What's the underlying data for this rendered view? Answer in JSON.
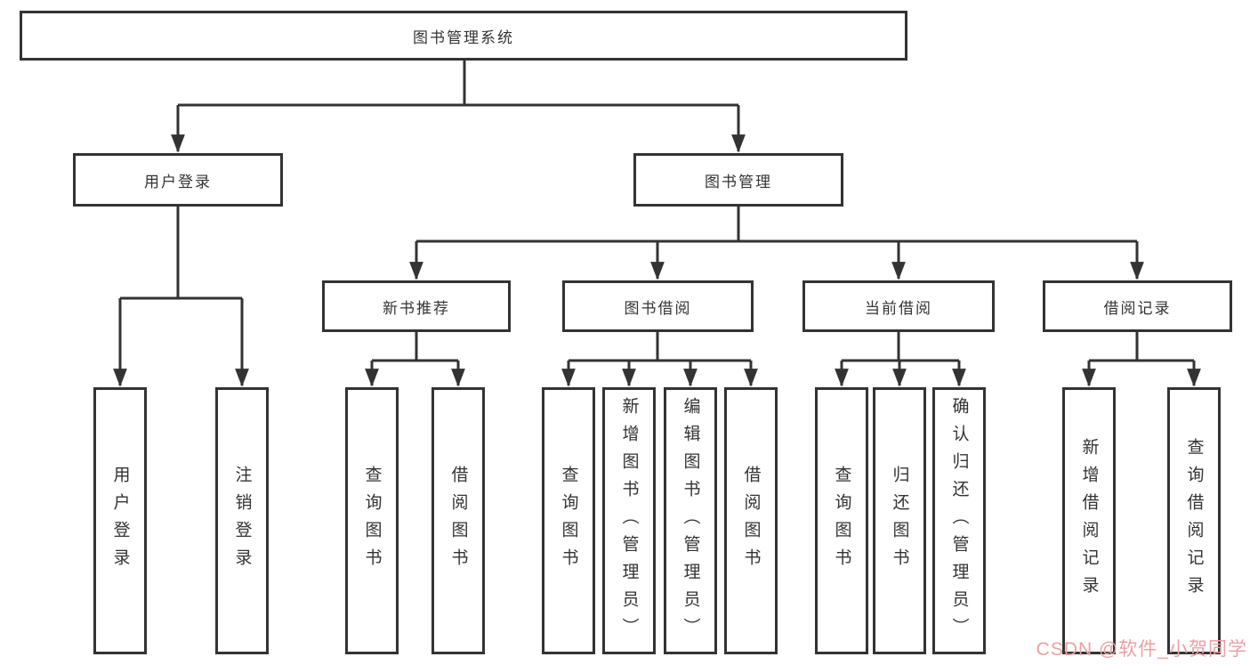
{
  "diagram": {
    "root_label": "图书管理系统",
    "branches": [
      {
        "label": "用户登录",
        "children": [
          "用户登录",
          "注销登录"
        ]
      },
      {
        "label": "图书管理",
        "sections": [
          {
            "label": "新书推荐",
            "children": [
              "查询图书",
              "借阅图书"
            ]
          },
          {
            "label": "图书借阅",
            "children": [
              "查询图书",
              "新增图书（管理员）",
              "编辑图书（管理员）",
              "借阅图书"
            ]
          },
          {
            "label": "当前借阅",
            "children": [
              "查询图书",
              "归还图书",
              "确认归还（管理员）"
            ]
          },
          {
            "label": "借阅记录",
            "children": [
              "新增借阅记录",
              "查询借阅记录"
            ]
          }
        ]
      }
    ]
  },
  "watermark": {
    "text": "CSDN @软件_小贺同学",
    "color": "#ec9fa3"
  },
  "colors": {
    "line": "#333333",
    "box_border": "#333333",
    "background": "#ffffff",
    "text": "#333333"
  }
}
